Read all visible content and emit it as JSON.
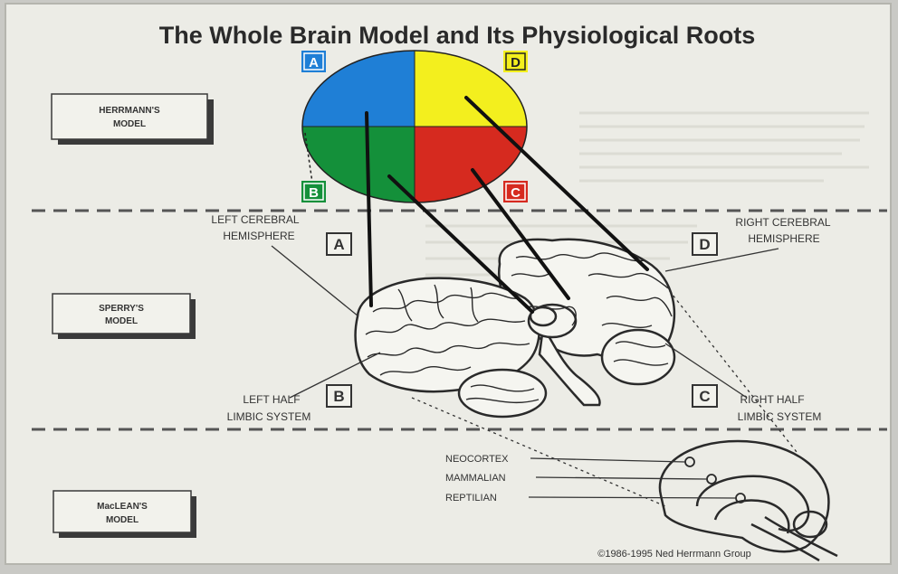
{
  "title": "The Whole Brain Model and Its Physiological Roots",
  "models": {
    "herrmann": [
      "HERRMANN'S",
      "MODEL"
    ],
    "sperry": [
      "SPERRY'S",
      "MODEL"
    ],
    "maclean": [
      "MacLEAN'S",
      "MODEL"
    ]
  },
  "quadrants": {
    "a": {
      "letter": "A",
      "color": "#1f7fd6"
    },
    "b": {
      "letter": "B",
      "color": "#14903a"
    },
    "c": {
      "letter": "C",
      "color": "#d62a1f"
    },
    "d": {
      "letter": "D",
      "color": "#f3ef1e"
    }
  },
  "labels": {
    "left_cerebral": [
      "LEFT CEREBRAL",
      "HEMISPHERE"
    ],
    "right_cerebral": [
      "RIGHT CEREBRAL",
      "HEMISPHERE"
    ],
    "left_limbic": [
      "LEFT HALF",
      "LIMBIC SYSTEM"
    ],
    "right_limbic": [
      "RIGHT HALF",
      "LIMBIC SYSTEM"
    ],
    "box_a": "A",
    "box_b": "B",
    "box_c": "C",
    "box_d": "D"
  },
  "triune": {
    "neocortex": "NEOCORTEX",
    "mammalian": "MAMMALIAN",
    "reptilian": "REPTILIAN"
  },
  "copyright": "©1986-1995 Ned Herrmann Group"
}
